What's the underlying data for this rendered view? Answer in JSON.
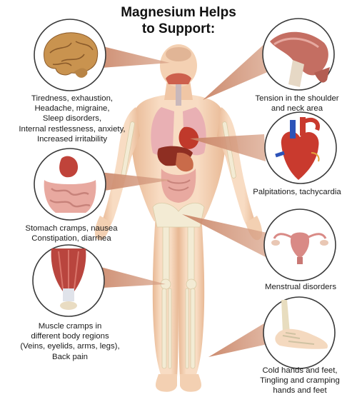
{
  "title": {
    "line1": "Magnesium Helps",
    "line2": "to Support:"
  },
  "callouts": {
    "brain": {
      "icon": "brain-icon",
      "lines": [
        "Tiredness, exhaustion,",
        "Headache, migraine,",
        "Sleep disorders,",
        "Internal restlessness, anxiety,",
        "Increased irritability"
      ]
    },
    "shoulder": {
      "icon": "shoulder-muscle-icon",
      "lines": [
        "Tension in the shoulder",
        "and neck area"
      ]
    },
    "heart": {
      "icon": "heart-icon",
      "lines": [
        "Palpitations, tachycardia"
      ]
    },
    "digestive": {
      "icon": "stomach-intestine-icon",
      "lines": [
        "Stomach cramps, nausea",
        "Constipation, diarrhea"
      ]
    },
    "uterus": {
      "icon": "uterus-icon",
      "lines": [
        "Menstrual disorders"
      ]
    },
    "muscle": {
      "icon": "leg-muscle-icon",
      "lines": [
        "Muscle cramps in",
        "different body regions",
        "(Veins, eyelids, arms, legs),",
        "Back pain"
      ]
    },
    "foot": {
      "icon": "foot-bones-icon",
      "lines": [
        "Cold hands and feet,",
        "Tingling and cramping",
        "hands and feet"
      ]
    }
  },
  "colors": {
    "skin": "#f6d3b5",
    "skin_shadow": "#e6b48f",
    "bone": "#f3ebd4",
    "pointer": "#c98466",
    "circle_border": "#3a3a3a",
    "organ_red": "#b8322e",
    "lung_pink": "#e9b0b4"
  }
}
